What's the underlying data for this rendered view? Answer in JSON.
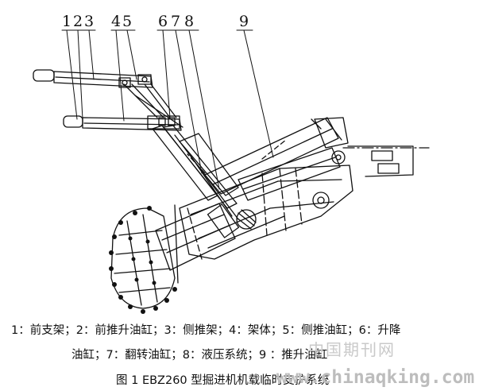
{
  "callouts": [
    "1",
    "2",
    "3",
    "4",
    "5",
    "6",
    "7",
    "8",
    "9"
  ],
  "legend": {
    "line1": "1：前支架；2：前推升油缸；3：侧推架；4：架体；5：侧推油缸；6：升降",
    "line2": "油缸；7：翻转油缸；8：液压系统；9 ：推升油缸"
  },
  "caption": "图 1 EBZ260 型掘进机机载临时支护系统",
  "watermark": {
    "cn": "中国期刊网",
    "url": "www.chinaqking.com"
  },
  "colors": {
    "ink": "#111111",
    "watermark": "#c0c0c0",
    "background": "#ffffff"
  }
}
